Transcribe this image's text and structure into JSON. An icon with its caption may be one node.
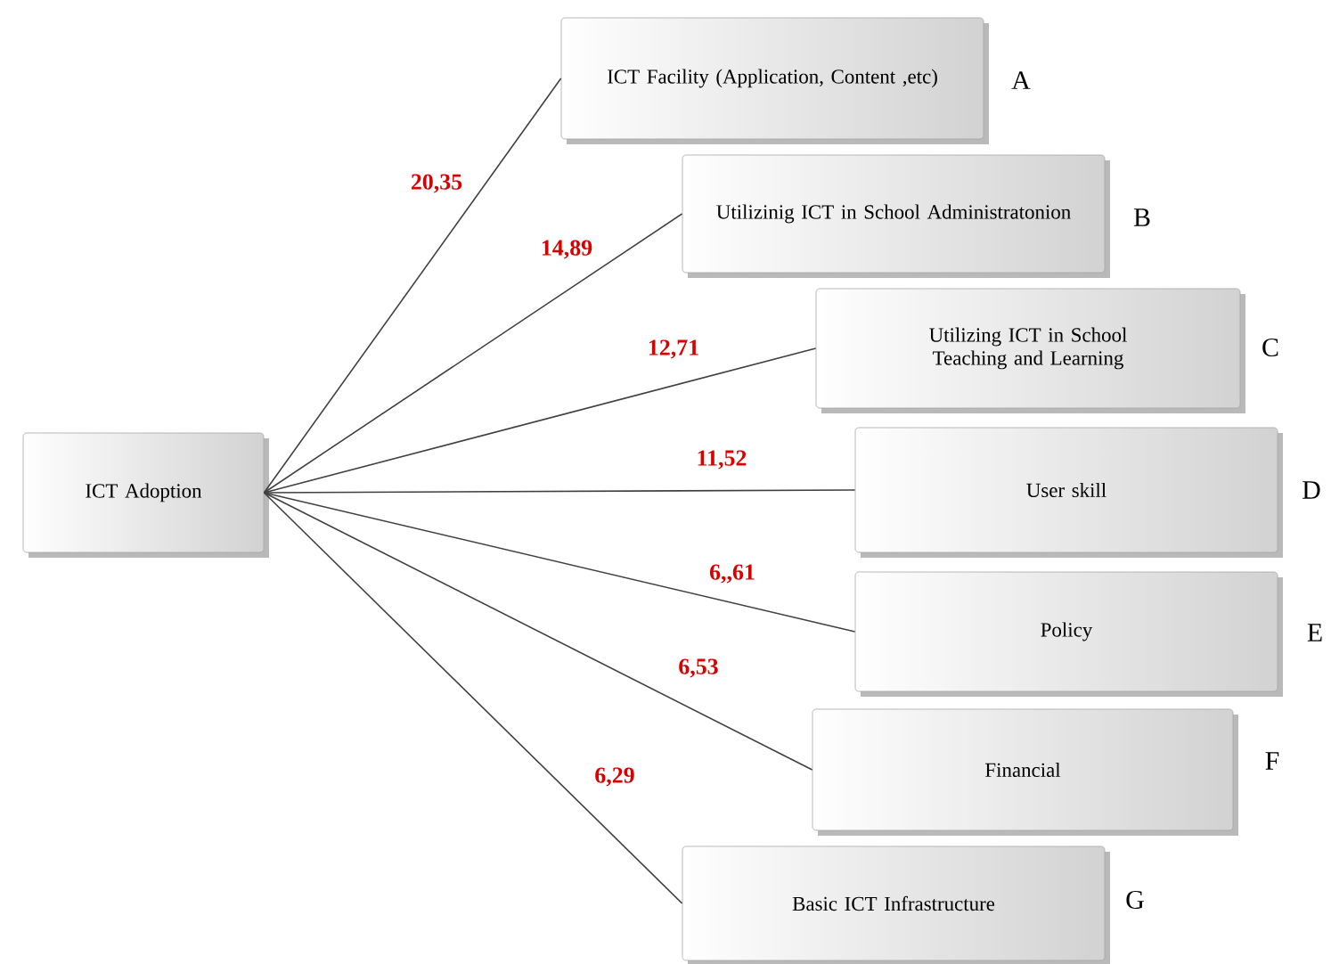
{
  "diagram": {
    "nodes": [
      {
        "text": [
          "ICT Adoption"
        ]
      },
      {
        "text": [
          "ICT Facility (Application, Content ,etc)"
        ],
        "beside": [
          "A"
        ]
      },
      {
        "text": [
          "Utilizinig ICT in School Administratonion"
        ],
        "beside": [
          "B"
        ]
      },
      {
        "text": [
          "Utilizing ICT in School Teaching and Learning"
        ],
        "beside": [
          "C"
        ]
      },
      {
        "text": [
          "User skill"
        ],
        "beside": [
          "D"
        ]
      },
      {
        "text": [
          "Policy"
        ],
        "beside": [
          "E"
        ]
      },
      {
        "text": [
          "Financial"
        ],
        "beside": [
          "F"
        ]
      },
      {
        "text": [
          "Basic ICT  Infrastructure"
        ],
        "beside": [
          "G"
        ]
      }
    ],
    "edges": [
      {
        "from": 0,
        "to": 1,
        "arrow": "none",
        "label": "20,35"
      },
      {
        "from": 0,
        "to": 2,
        "arrow": "none",
        "label": "14,89"
      },
      {
        "from": 0,
        "to": 3,
        "arrow": "none",
        "label": "12,71"
      },
      {
        "from": 0,
        "to": 4,
        "arrow": "none",
        "label": "11,52"
      },
      {
        "from": 0,
        "to": 5,
        "arrow": "none",
        "label": "6,,61"
      },
      {
        "from": 0,
        "to": 6,
        "arrow": "none",
        "label": "6,53"
      },
      {
        "from": 0,
        "to": 7,
        "arrow": "none",
        "label": "6,29"
      }
    ]
  }
}
